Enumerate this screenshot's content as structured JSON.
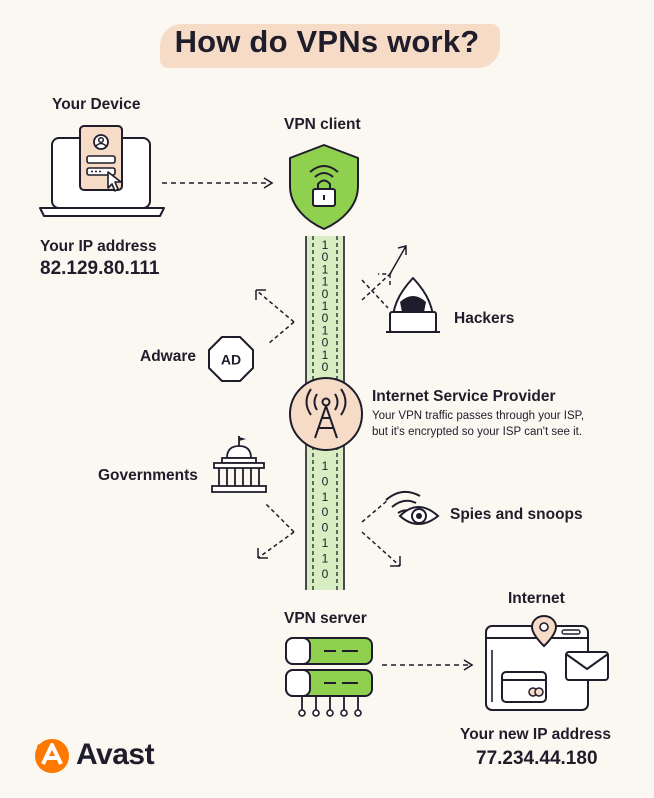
{
  "title": "How do VPNs work?",
  "device": {
    "label": "Your Device",
    "ip_label": "Your IP address",
    "ip_value": "82.129.80.111"
  },
  "vpn_client": {
    "label": "VPN client"
  },
  "tunnel": {
    "upper_bits": [
      "1",
      "0",
      "1",
      "1",
      "0",
      "1",
      "0",
      "1",
      "0",
      "1",
      "0"
    ],
    "lower_bits": [
      "1",
      "0",
      "1",
      "0",
      "0",
      "1",
      "1",
      "0"
    ]
  },
  "threats": {
    "hackers": "Hackers",
    "adware": "Adware",
    "adware_badge": "AD",
    "governments": "Governments",
    "spies": "Spies and snoops"
  },
  "isp": {
    "title": "Internet Service Provider",
    "desc_line1": "Your VPN traffic passes through your ISP,",
    "desc_line2": "but it's encrypted so your ISP can't see it."
  },
  "vpn_server": {
    "label": "VPN server"
  },
  "internet": {
    "label": "Internet",
    "ip_label": "Your new IP address",
    "ip_value": "77.234.44.180"
  },
  "brand": {
    "name": "Avast"
  },
  "colors": {
    "accent_green": "#8fd14f",
    "tunnel_green": "#d8edc2",
    "title_highlight": "#f6dcc6",
    "brand_orange": "#ff7800",
    "ink": "#1f1d2b",
    "background": "#fbf7f1"
  },
  "icons": [
    "laptop-icon",
    "shield-lock-icon",
    "hacker-icon",
    "ad-octagon-icon",
    "antenna-icon",
    "government-building-icon",
    "eye-wifi-icon",
    "server-icon",
    "browser-window-icon",
    "avast-logo-icon"
  ]
}
